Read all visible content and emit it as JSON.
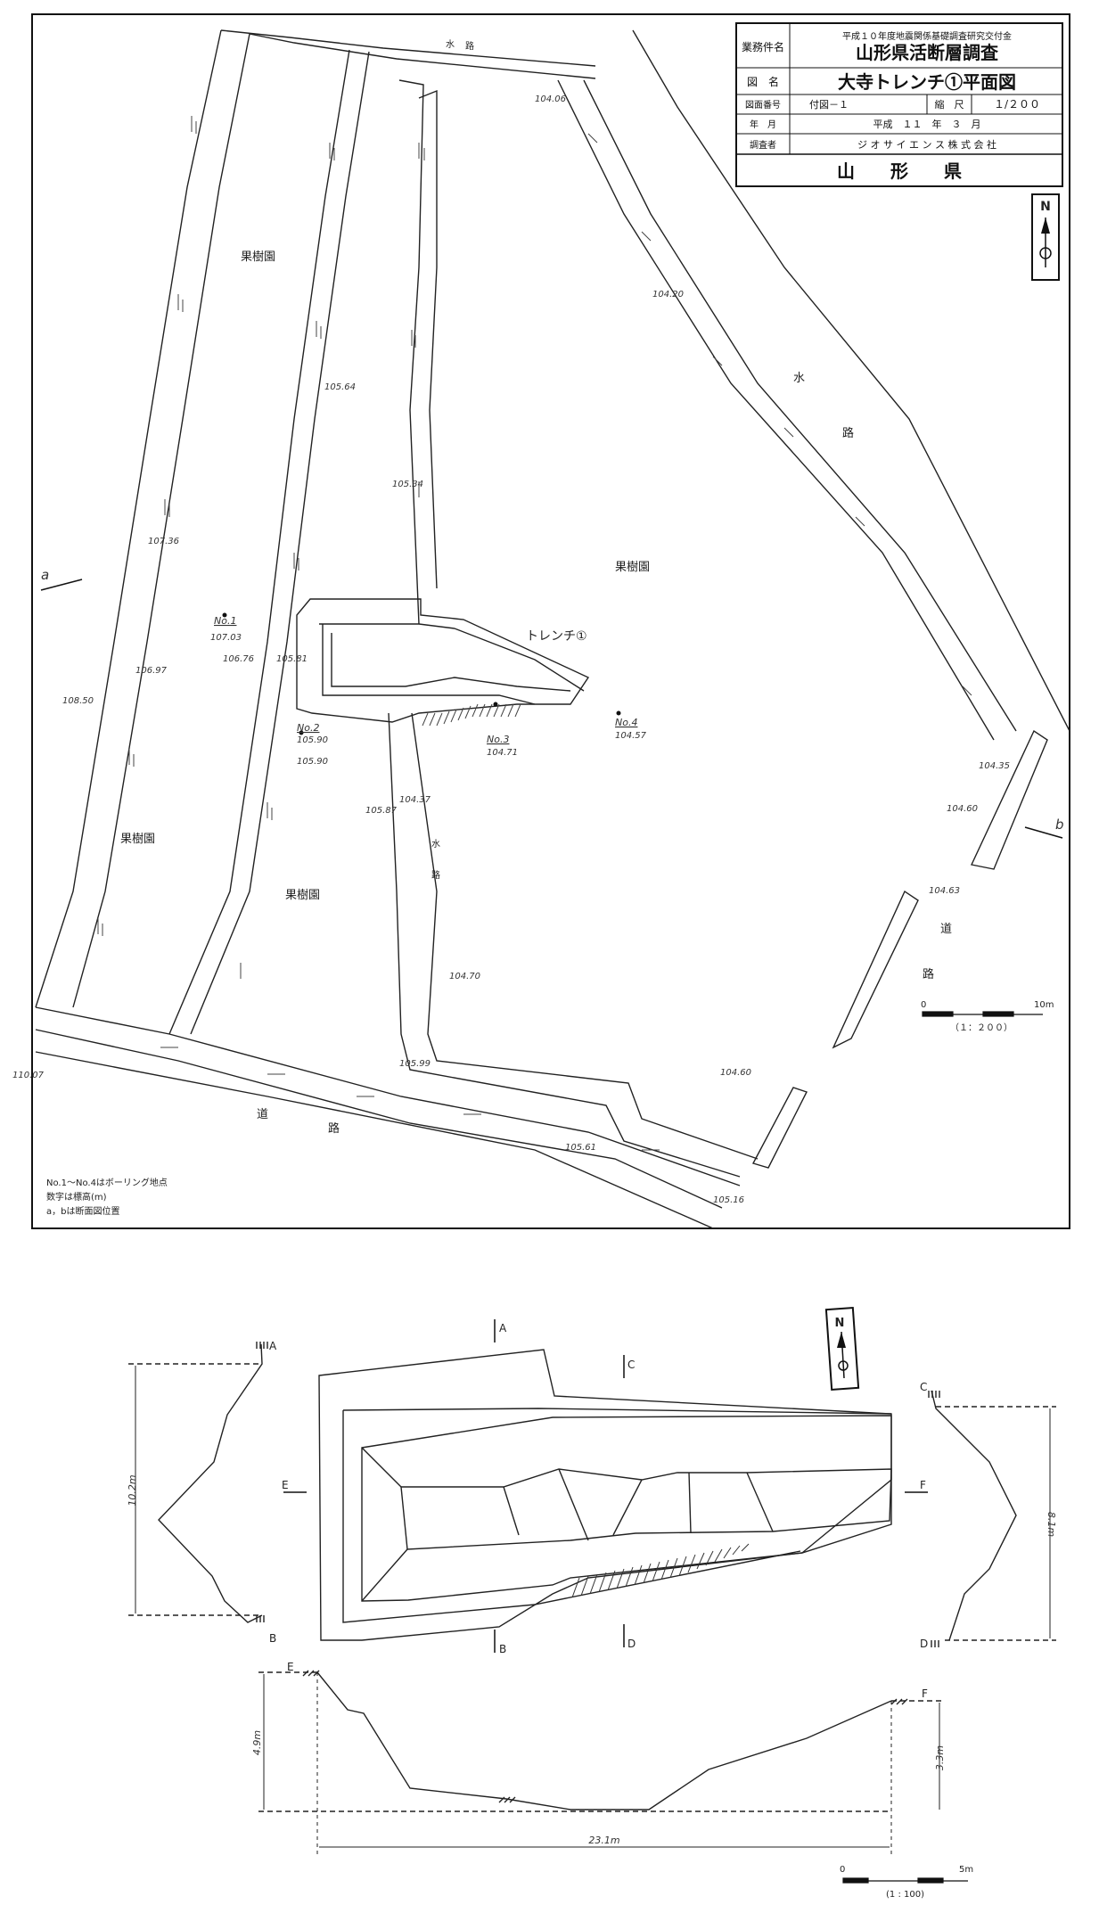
{
  "title_block": {
    "row1_key": "業務件名",
    "row1_sub": "平成１０年度地震関係基礎調査研究交付金",
    "row1_val": "山形県活断層調査",
    "row2_key": "図　名",
    "row2_val": "大寺トレンチ①平面図",
    "row3_key": "図面番号",
    "row3_val": "付図－１",
    "row3_key2": "縮　尺",
    "row3_val2": "１/２００",
    "row4_key": "年　月",
    "row4_val": "平成　１１　年　３　月",
    "row5_key": "調査者",
    "row5_val": "ジ オ サ イ エ ン ス 株 式 会 社",
    "footer": "山　　形　　県"
  },
  "plan": {
    "north": "N",
    "labels": {
      "orchard_1": "果樹園",
      "orchard_2": "果樹園",
      "orchard_3": "果樹園",
      "orchard_4": "果樹園",
      "trench": "トレンチ①",
      "water_1": "水",
      "water_2": "路",
      "road_right_1": "道",
      "road_right_2": "路",
      "road_bottom_1": "道",
      "road_bottom_2": "路",
      "section_a": "a",
      "section_b": "b",
      "canal_top_1": "水",
      "canal_top_2": "路",
      "canal_mid_1": "水",
      "canal_mid_2": "路"
    },
    "boreholes": {
      "no1": "No.1",
      "no2": "No.2",
      "no3": "No.3",
      "no4": "No.4"
    },
    "elevations": {
      "e1": "104.06",
      "e2": "104.20",
      "e3": "105.64",
      "e4": "105.34",
      "e5": "107.36",
      "e6": "107.03",
      "e7": "106.76",
      "e8": "105.81",
      "e9": "106.97",
      "e10": "108.50",
      "e11": "105.90",
      "e12": "105.90",
      "e13": "104.71",
      "e14": "104.57",
      "e15": "105.87",
      "e16": "104.37",
      "e17": "104.70",
      "e18": "105.99",
      "e19": "104.35",
      "e20": "104.60",
      "e21": "104.63",
      "e22": "104.60",
      "e23": "105.61",
      "e24": "105.16",
      "e25": "110.07"
    },
    "scale": {
      "zero": "0",
      "max": "10m",
      "ratio": "（１：２００）"
    },
    "notes": [
      "No.1～No.4はボーリング地点",
      "数字は標高(m)",
      "a，bは断面図位置"
    ]
  },
  "trench_detail": {
    "north": "N",
    "sections": {
      "A": "A",
      "B": "B",
      "C": "C",
      "D": "D",
      "E": "E",
      "F": "F"
    },
    "dims": {
      "ab": "10.2m",
      "cd": "8.1m",
      "e": "4.9m",
      "f": "3.3m",
      "ef": "23.1m"
    },
    "scale": {
      "zero": "0",
      "max": "5m",
      "ratio": "(1 : 100)"
    }
  }
}
